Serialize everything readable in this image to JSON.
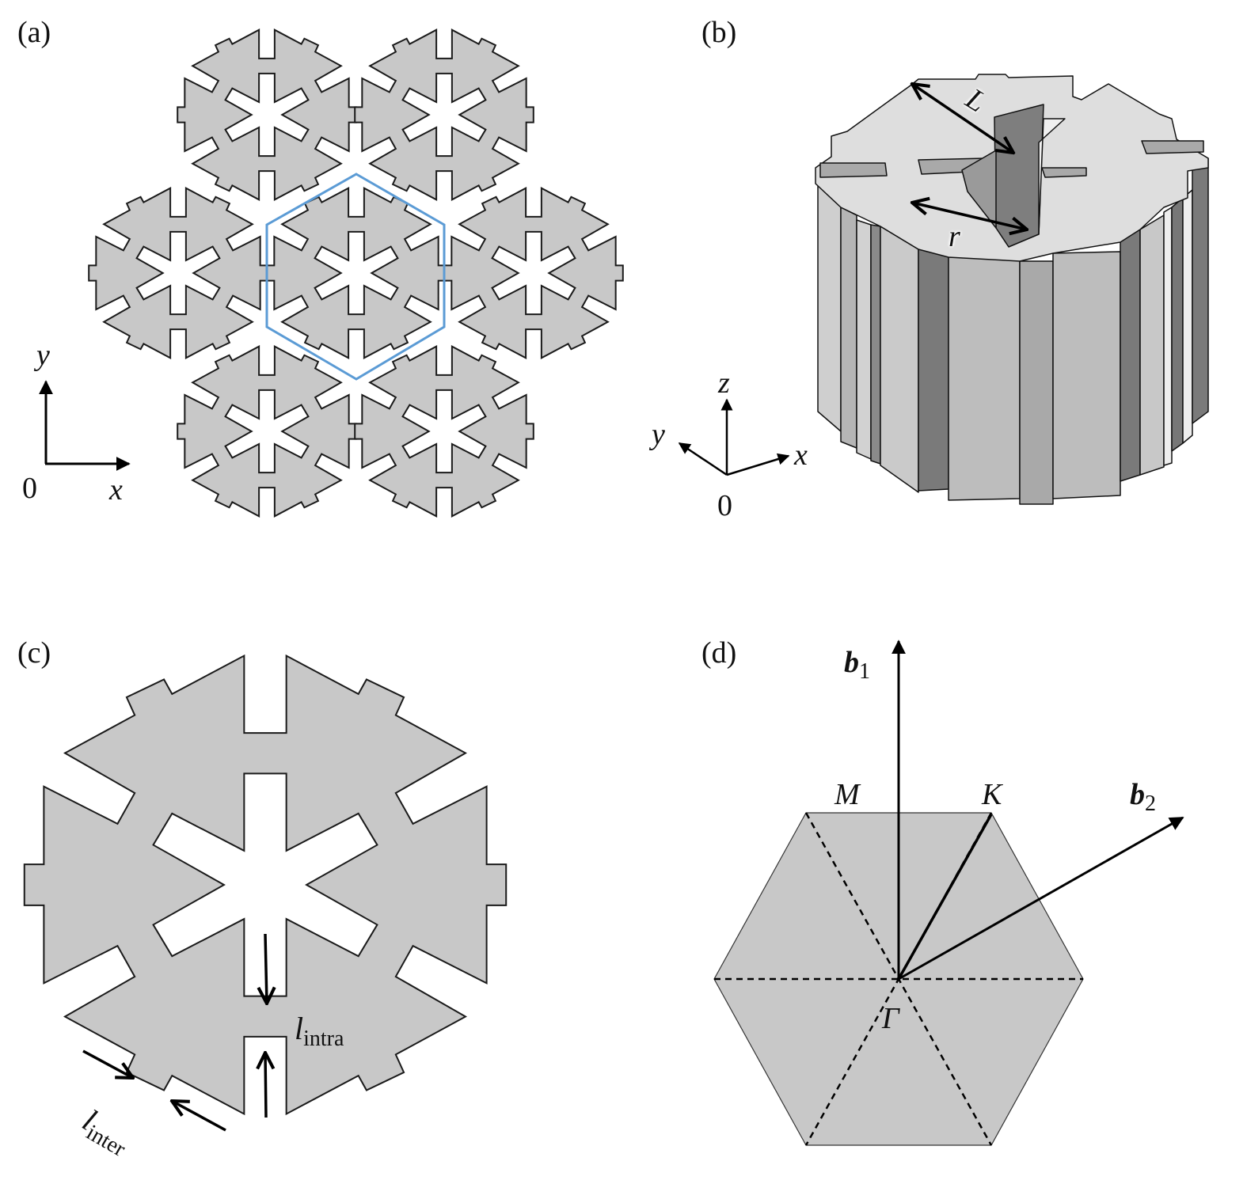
{
  "panels": {
    "a": {
      "label": "(a)",
      "axes": {
        "y": "y",
        "x": "x",
        "origin": "0"
      }
    },
    "b": {
      "label": "(b)",
      "axes": {
        "z": "z",
        "y": "y",
        "x": "x",
        "origin": "0"
      },
      "dims": {
        "L": "L",
        "r": "r"
      }
    },
    "c": {
      "label": "(c)",
      "l_symbol": "l",
      "intra_sub": "intra",
      "inter_sub": "inter"
    },
    "d": {
      "label": "(d)",
      "b1": "b",
      "b1_sub": "1",
      "b2": "b",
      "b2_sub": "2",
      "M": "M",
      "K": "K",
      "Gamma": "Γ"
    }
  },
  "colors": {
    "material": "#c8c8c8",
    "outline": "#1a1a1a",
    "unit_cell": "#5b9bd5",
    "top_face": "#dedede"
  }
}
